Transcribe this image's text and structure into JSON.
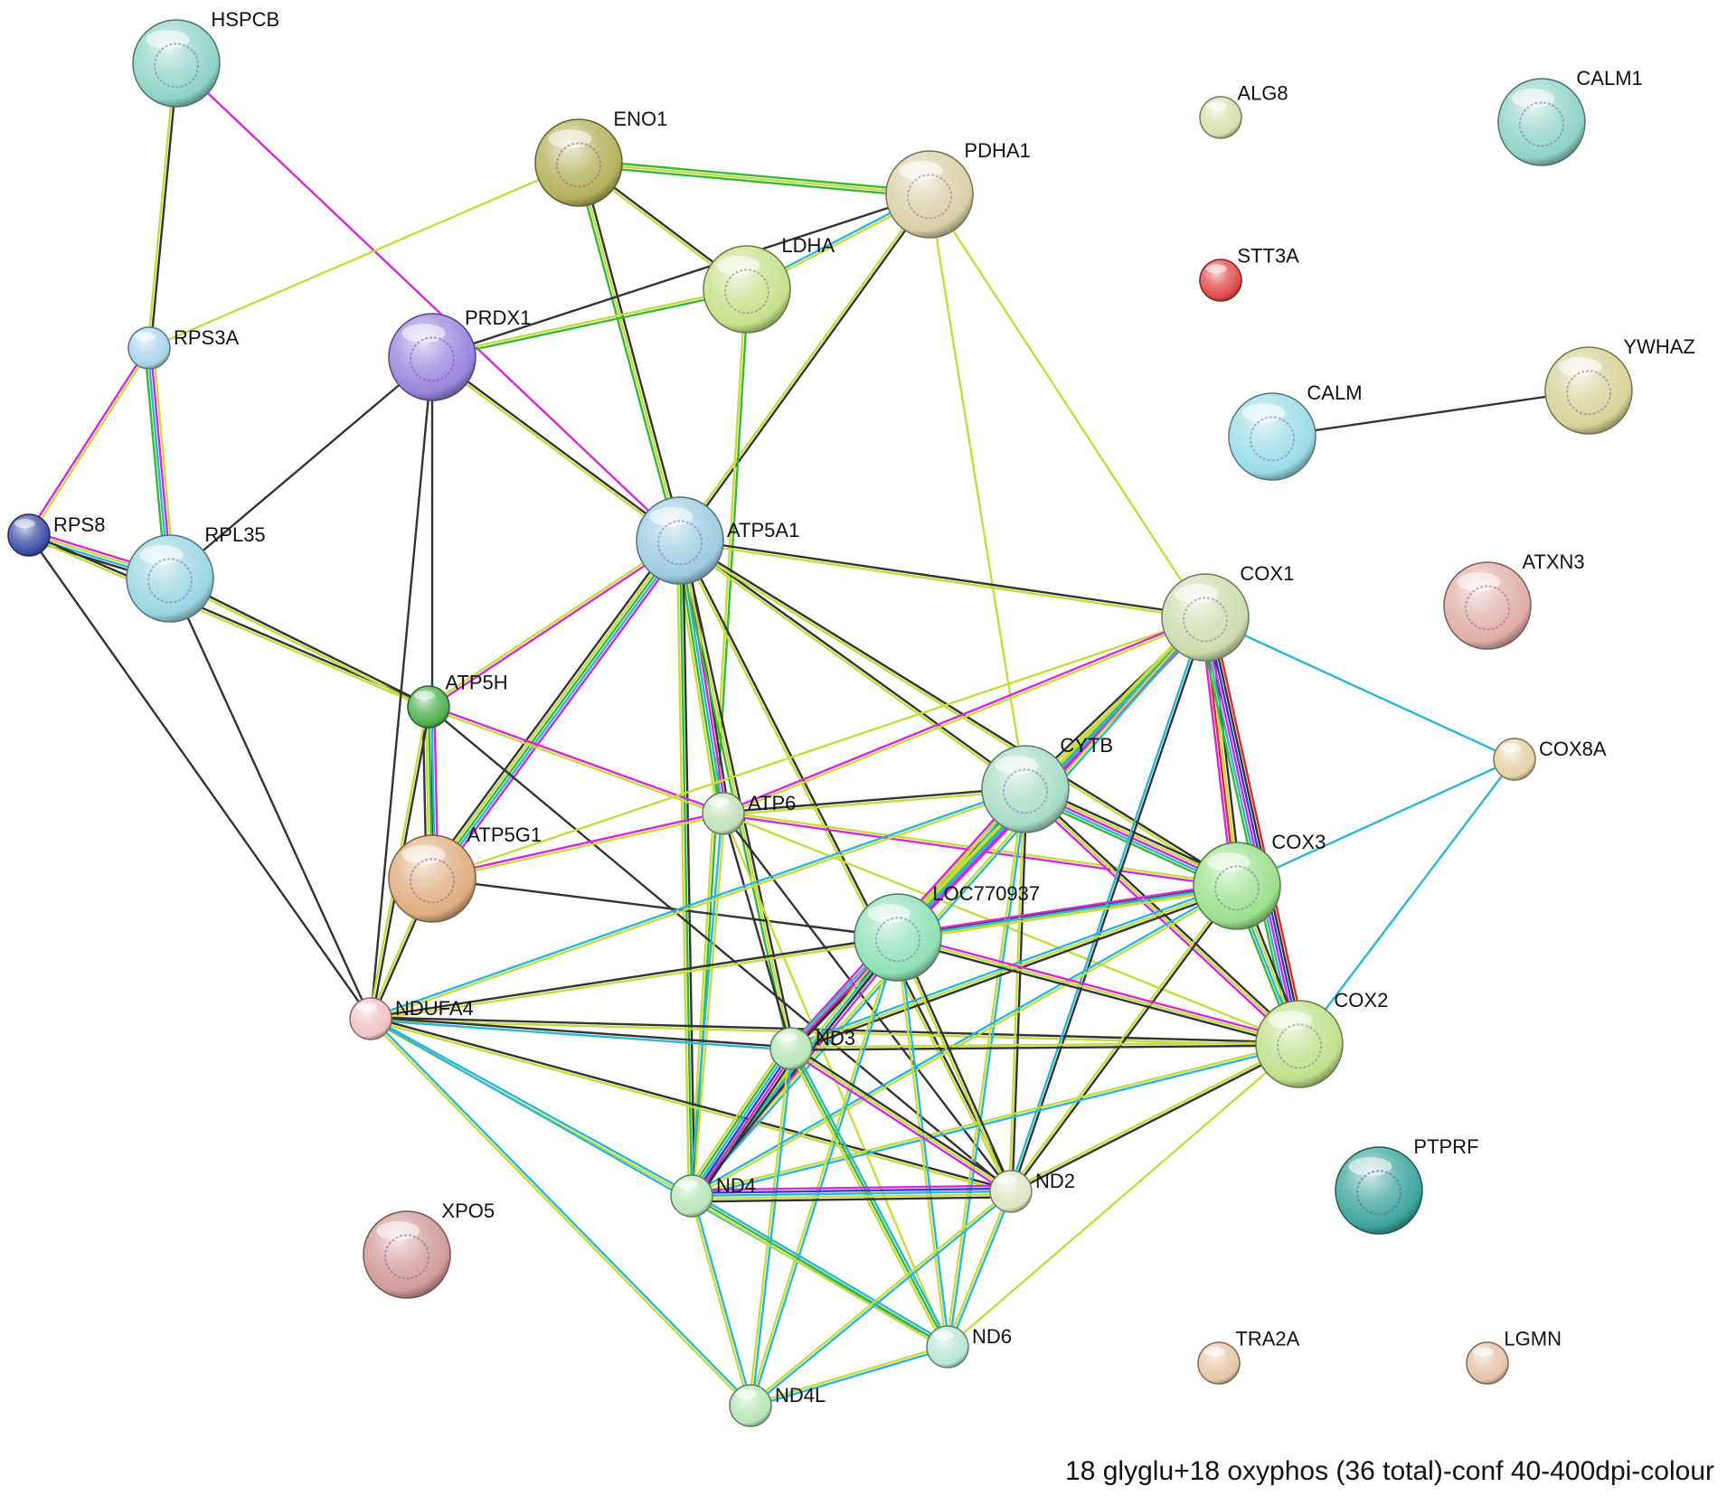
{
  "caption": "18 glyglu+18 oxyphos (36 total)-conf 40-400dpi-colour",
  "edge_colors": {
    "k": "#333333",
    "y": "#c6db3d",
    "m": "#d629d6",
    "c": "#2bb6d6",
    "g": "#37b837",
    "b": "#3a3ad6",
    "r": "#e0282a"
  },
  "nodes": [
    {
      "id": "HSPCB",
      "label": "HSPCB",
      "color": "#8fd3c8",
      "size": "large"
    },
    {
      "id": "ENO1",
      "label": "ENO1",
      "color": "#b4b05a",
      "size": "large"
    },
    {
      "id": "PDHA1",
      "label": "PDHA1",
      "color": "#d9cfa5",
      "size": "large"
    },
    {
      "id": "LDHA",
      "label": "LDHA",
      "color": "#c5e08a",
      "size": "large"
    },
    {
      "id": "PRDX1",
      "label": "PRDX1",
      "color": "#9a84de",
      "size": "large"
    },
    {
      "id": "RPS3A",
      "label": "RPS3A",
      "color": "#a8d4ec",
      "size": "small"
    },
    {
      "id": "RPS8",
      "label": "RPS8",
      "color": "#3d4fa6",
      "size": "small"
    },
    {
      "id": "RPL35",
      "label": "RPL35",
      "color": "#9ad6e0",
      "size": "large"
    },
    {
      "id": "ATP5A1",
      "label": "ATP5A1",
      "color": "#9ccce0",
      "size": "large"
    },
    {
      "id": "ATP5H",
      "label": "ATP5H",
      "color": "#4fb04f",
      "size": "small"
    },
    {
      "id": "ATP5G1",
      "label": "ATP5G1",
      "color": "#e0ad80",
      "size": "large"
    },
    {
      "id": "ATP6",
      "label": "ATP6",
      "color": "#c2e0b8",
      "size": "small"
    },
    {
      "id": "NDUFA4",
      "label": "NDUFA4",
      "color": "#f0c2c2",
      "size": "small"
    },
    {
      "id": "CYTB",
      "label": "CYTB",
      "color": "#a8dcc4",
      "size": "large"
    },
    {
      "id": "LOC770937",
      "label": "LOC770937",
      "color": "#8fe0b8",
      "size": "large"
    },
    {
      "id": "COX1",
      "label": "COX1",
      "color": "#ccdcae",
      "size": "large"
    },
    {
      "id": "COX3",
      "label": "COX3",
      "color": "#9ae08c",
      "size": "large"
    },
    {
      "id": "COX2",
      "label": "COX2",
      "color": "#bfe08a",
      "size": "large"
    },
    {
      "id": "COX8A",
      "label": "COX8A",
      "color": "#e6d2a6",
      "size": "small"
    },
    {
      "id": "ND3",
      "label": "ND3",
      "color": "#b8e6b8",
      "size": "small"
    },
    {
      "id": "ND4",
      "label": "ND4",
      "color": "#b8e6b8",
      "size": "small"
    },
    {
      "id": "ND2",
      "label": "ND2",
      "color": "#dde6c2",
      "size": "small"
    },
    {
      "id": "ND6",
      "label": "ND6",
      "color": "#b8e6d6",
      "size": "small"
    },
    {
      "id": "ND4L",
      "label": "ND4L",
      "color": "#b8e6b8",
      "size": "small"
    },
    {
      "id": "XPO5",
      "label": "XPO5",
      "color": "#d29a9a",
      "size": "large"
    },
    {
      "id": "ALG8",
      "label": "ALG8",
      "color": "#d6e0aa",
      "size": "small"
    },
    {
      "id": "CALM1",
      "label": "CALM1",
      "color": "#8fd3c8",
      "size": "large"
    },
    {
      "id": "STT3A",
      "label": "STT3A",
      "color": "#e04a4a",
      "size": "small"
    },
    {
      "id": "YWHAZ",
      "label": "YWHAZ",
      "color": "#d6d296",
      "size": "large"
    },
    {
      "id": "CALM",
      "label": "CALM",
      "color": "#9adce6",
      "size": "large"
    },
    {
      "id": "ATXN3",
      "label": "ATXN3",
      "color": "#e0ada6",
      "size": "large"
    },
    {
      "id": "PTPRF",
      "label": "PTPRF",
      "color": "#3ea69e",
      "size": "large"
    },
    {
      "id": "TRA2A",
      "label": "TRA2A",
      "color": "#e6c6a6",
      "size": "small"
    },
    {
      "id": "LGMN",
      "label": "LGMN",
      "color": "#e6c2a6",
      "size": "small"
    }
  ],
  "edges": [
    {
      "source": "HSPCB",
      "target": "RPS3A",
      "colors": [
        "k",
        "y"
      ]
    },
    {
      "source": "HSPCB",
      "target": "ATP5A1",
      "colors": [
        "m"
      ]
    },
    {
      "source": "RPS3A",
      "target": "ENO1",
      "colors": [
        "y"
      ]
    },
    {
      "source": "RPS3A",
      "target": "RPS8",
      "colors": [
        "y",
        "m"
      ]
    },
    {
      "source": "RPS3A",
      "target": "RPL35",
      "colors": [
        "y",
        "m",
        "c",
        "g"
      ]
    },
    {
      "source": "RPS8",
      "target": "RPL35",
      "colors": [
        "m",
        "y",
        "c",
        "k"
      ]
    },
    {
      "source": "RPS8",
      "target": "ATP5H",
      "colors": [
        "k",
        "y"
      ]
    },
    {
      "source": "RPS8",
      "target": "NDUFA4",
      "colors": [
        "k"
      ]
    },
    {
      "source": "RPL35",
      "target": "ATP5H",
      "colors": [
        "k",
        "y"
      ]
    },
    {
      "source": "RPL35",
      "target": "PRDX1",
      "colors": [
        "k"
      ]
    },
    {
      "source": "RPL35",
      "target": "NDUFA4",
      "colors": [
        "k"
      ]
    },
    {
      "source": "ENO1",
      "target": "PDHA1",
      "colors": [
        "g",
        "y",
        "g"
      ]
    },
    {
      "source": "ENO1",
      "target": "LDHA",
      "colors": [
        "k",
        "y"
      ]
    },
    {
      "source": "ENO1",
      "target": "ATP5A1",
      "colors": [
        "k",
        "y",
        "g"
      ]
    },
    {
      "source": "PDHA1",
      "target": "LDHA",
      "colors": [
        "y",
        "c"
      ]
    },
    {
      "source": "PDHA1",
      "target": "PRDX1",
      "colors": [
        "k"
      ]
    },
    {
      "source": "PDHA1",
      "target": "ATP5A1",
      "colors": [
        "k",
        "y"
      ]
    },
    {
      "source": "PDHA1",
      "target": "CYTB",
      "colors": [
        "y"
      ]
    },
    {
      "source": "PDHA1",
      "target": "COX1",
      "colors": [
        "y"
      ]
    },
    {
      "source": "LDHA",
      "target": "PRDX1",
      "colors": [
        "g",
        "y"
      ]
    },
    {
      "source": "LDHA",
      "target": "ND4",
      "colors": [
        "g",
        "y"
      ]
    },
    {
      "source": "PRDX1",
      "target": "ATP5A1",
      "colors": [
        "k",
        "y"
      ]
    },
    {
      "source": "PRDX1",
      "target": "ATP5G1",
      "colors": [
        "k"
      ]
    },
    {
      "source": "PRDX1",
      "target": "NDUFA4",
      "colors": [
        "k"
      ]
    },
    {
      "source": "ATP5A1",
      "target": "ATP5H",
      "colors": [
        "m",
        "y"
      ]
    },
    {
      "source": "ATP5A1",
      "target": "ATP5G1",
      "colors": [
        "m",
        "c",
        "g",
        "y",
        "k"
      ]
    },
    {
      "source": "ATP5A1",
      "target": "ATP6",
      "colors": [
        "k",
        "m",
        "c",
        "g",
        "y"
      ]
    },
    {
      "source": "ATP5A1",
      "target": "CYTB",
      "colors": [
        "k",
        "y"
      ]
    },
    {
      "source": "ATP5A1",
      "target": "COX1",
      "colors": [
        "k",
        "y"
      ]
    },
    {
      "source": "ATP5A1",
      "target": "COX3",
      "colors": [
        "k",
        "y"
      ]
    },
    {
      "source": "ATP5A1",
      "target": "ND3",
      "colors": [
        "k",
        "y",
        "g"
      ]
    },
    {
      "source": "ATP5A1",
      "target": "ND4",
      "colors": [
        "k",
        "g",
        "y"
      ]
    },
    {
      "source": "ATP5A1",
      "target": "ND2",
      "colors": [
        "k",
        "y"
      ]
    },
    {
      "source": "ATP5H",
      "target": "ATP5G1",
      "colors": [
        "m",
        "c",
        "g",
        "y",
        "k"
      ]
    },
    {
      "source": "ATP5H",
      "target": "ATP6",
      "colors": [
        "m",
        "y"
      ]
    },
    {
      "source": "ATP5H",
      "target": "NDUFA4",
      "colors": [
        "k",
        "y"
      ]
    },
    {
      "source": "ATP5H",
      "target": "ND2",
      "colors": [
        "k"
      ]
    },
    {
      "source": "ATP5G1",
      "target": "ATP6",
      "colors": [
        "m",
        "y"
      ]
    },
    {
      "source": "ATP5G1",
      "target": "NDUFA4",
      "colors": [
        "k",
        "y"
      ]
    },
    {
      "source": "ATP5G1",
      "target": "COX1",
      "colors": [
        "y"
      ]
    },
    {
      "source": "ATP5G1",
      "target": "LOC770937",
      "colors": [
        "k"
      ]
    },
    {
      "source": "ATP6",
      "target": "CYTB",
      "colors": [
        "k",
        "y"
      ]
    },
    {
      "source": "ATP6",
      "target": "COX1",
      "colors": [
        "m",
        "y"
      ]
    },
    {
      "source": "ATP6",
      "target": "COX3",
      "colors": [
        "y",
        "m"
      ]
    },
    {
      "source": "ATP6",
      "target": "COX2",
      "colors": [
        "y"
      ]
    },
    {
      "source": "ATP6",
      "target": "ND3",
      "colors": [
        "k"
      ]
    },
    {
      "source": "ATP6",
      "target": "ND4",
      "colors": [
        "y",
        "c"
      ]
    },
    {
      "source": "ATP6",
      "target": "ND2",
      "colors": [
        "k"
      ]
    },
    {
      "source": "ATP6",
      "target": "ND6",
      "colors": [
        "y"
      ]
    },
    {
      "source": "NDUFA4",
      "target": "CYTB",
      "colors": [
        "c",
        "y"
      ]
    },
    {
      "source": "NDUFA4",
      "target": "COX3",
      "colors": [
        "k",
        "y"
      ]
    },
    {
      "source": "NDUFA4",
      "target": "COX2",
      "colors": [
        "k",
        "y"
      ]
    },
    {
      "source": "NDUFA4",
      "target": "ND3",
      "colors": [
        "k",
        "c"
      ]
    },
    {
      "source": "NDUFA4",
      "target": "ND2",
      "colors": [
        "k",
        "y"
      ]
    },
    {
      "source": "NDUFA4",
      "target": "ND4",
      "colors": [
        "c",
        "y"
      ]
    },
    {
      "source": "NDUFA4",
      "target": "ND6",
      "colors": [
        "c"
      ]
    },
    {
      "source": "NDUFA4",
      "target": "ND4L",
      "colors": [
        "c",
        "y"
      ]
    },
    {
      "source": "CYTB",
      "target": "COX1",
      "colors": [
        "k",
        "y"
      ]
    },
    {
      "source": "CYTB",
      "target": "COX3",
      "colors": [
        "k",
        "y",
        "m",
        "c",
        "g"
      ]
    },
    {
      "source": "CYTB",
      "target": "COX2",
      "colors": [
        "k",
        "y",
        "m"
      ]
    },
    {
      "source": "CYTB",
      "target": "LOC770937",
      "colors": [
        "k",
        "m",
        "c",
        "y"
      ]
    },
    {
      "source": "CYTB",
      "target": "ND3",
      "colors": [
        "k",
        "y",
        "m"
      ]
    },
    {
      "source": "CYTB",
      "target": "ND4",
      "colors": [
        "m",
        "c",
        "y"
      ]
    },
    {
      "source": "CYTB",
      "target": "ND2",
      "colors": [
        "k",
        "y"
      ]
    },
    {
      "source": "CYTB",
      "target": "ND6",
      "colors": [
        "c",
        "y"
      ]
    },
    {
      "source": "COX1",
      "target": "COX3",
      "colors": [
        "k",
        "y",
        "r",
        "m"
      ]
    },
    {
      "source": "COX1",
      "target": "COX2",
      "colors": [
        "r",
        "k",
        "b",
        "m",
        "c",
        "g"
      ]
    },
    {
      "source": "COX1",
      "target": "LOC770937",
      "colors": [
        "m",
        "c",
        "g",
        "y"
      ]
    },
    {
      "source": "COX1",
      "target": "COX8A",
      "colors": [
        "c"
      ]
    },
    {
      "source": "COX1",
      "target": "ND3",
      "colors": [
        "m",
        "c",
        "y"
      ]
    },
    {
      "source": "COX1",
      "target": "ND2",
      "colors": [
        "k",
        "c"
      ]
    },
    {
      "source": "COX1",
      "target": "ND4",
      "colors": [
        "c",
        "y"
      ]
    },
    {
      "source": "COX3",
      "target": "COX2",
      "colors": [
        "k",
        "y",
        "c",
        "g"
      ]
    },
    {
      "source": "COX3",
      "target": "LOC770937",
      "colors": [
        "y",
        "c",
        "m"
      ]
    },
    {
      "source": "COX3",
      "target": "COX8A",
      "colors": [
        "c"
      ]
    },
    {
      "source": "COX3",
      "target": "ND3",
      "colors": [
        "k",
        "y",
        "c"
      ]
    },
    {
      "source": "COX3",
      "target": "ND4",
      "colors": [
        "y",
        "c"
      ]
    },
    {
      "source": "COX3",
      "target": "ND2",
      "colors": [
        "k",
        "y"
      ]
    },
    {
      "source": "COX2",
      "target": "COX8A",
      "colors": [
        "c"
      ]
    },
    {
      "source": "COX2",
      "target": "LOC770937",
      "colors": [
        "k",
        "y",
        "m"
      ]
    },
    {
      "source": "COX2",
      "target": "ND3",
      "colors": [
        "k",
        "y"
      ]
    },
    {
      "source": "COX2",
      "target": "ND4",
      "colors": [
        "c",
        "y"
      ]
    },
    {
      "source": "COX2",
      "target": "ND2",
      "colors": [
        "k",
        "y"
      ]
    },
    {
      "source": "COX2",
      "target": "ND6",
      "colors": [
        "y"
      ]
    },
    {
      "source": "LOC770937",
      "target": "ND3",
      "colors": [
        "k",
        "m",
        "c"
      ]
    },
    {
      "source": "LOC770937",
      "target": "ND4",
      "colors": [
        "k",
        "c",
        "y"
      ]
    },
    {
      "source": "LOC770937",
      "target": "ND2",
      "colors": [
        "k",
        "y"
      ]
    },
    {
      "source": "LOC770937",
      "target": "ND6",
      "colors": [
        "c",
        "y"
      ]
    },
    {
      "source": "LOC770937",
      "target": "ND4L",
      "colors": [
        "c",
        "y"
      ]
    },
    {
      "source": "ND3",
      "target": "ND4",
      "colors": [
        "k",
        "m",
        "b",
        "c",
        "g",
        "y"
      ]
    },
    {
      "source": "ND3",
      "target": "ND2",
      "colors": [
        "k",
        "y",
        "m"
      ]
    },
    {
      "source": "ND3",
      "target": "ND6",
      "colors": [
        "c",
        "g",
        "y"
      ]
    },
    {
      "source": "ND3",
      "target": "ND4L",
      "colors": [
        "c",
        "y"
      ]
    },
    {
      "source": "ND4",
      "target": "ND2",
      "colors": [
        "m",
        "b",
        "c",
        "y",
        "k"
      ]
    },
    {
      "source": "ND4",
      "target": "ND6",
      "colors": [
        "c",
        "g",
        "y"
      ]
    },
    {
      "source": "ND4",
      "target": "ND4L",
      "colors": [
        "c",
        "y"
      ]
    },
    {
      "source": "ND2",
      "target": "ND6",
      "colors": [
        "c",
        "y"
      ]
    },
    {
      "source": "ND2",
      "target": "ND4L",
      "colors": [
        "c",
        "y"
      ]
    },
    {
      "source": "ND6",
      "target": "ND4L",
      "colors": [
        "c",
        "y"
      ]
    },
    {
      "source": "CALM",
      "target": "YWHAZ",
      "colors": [
        "k"
      ]
    }
  ]
}
